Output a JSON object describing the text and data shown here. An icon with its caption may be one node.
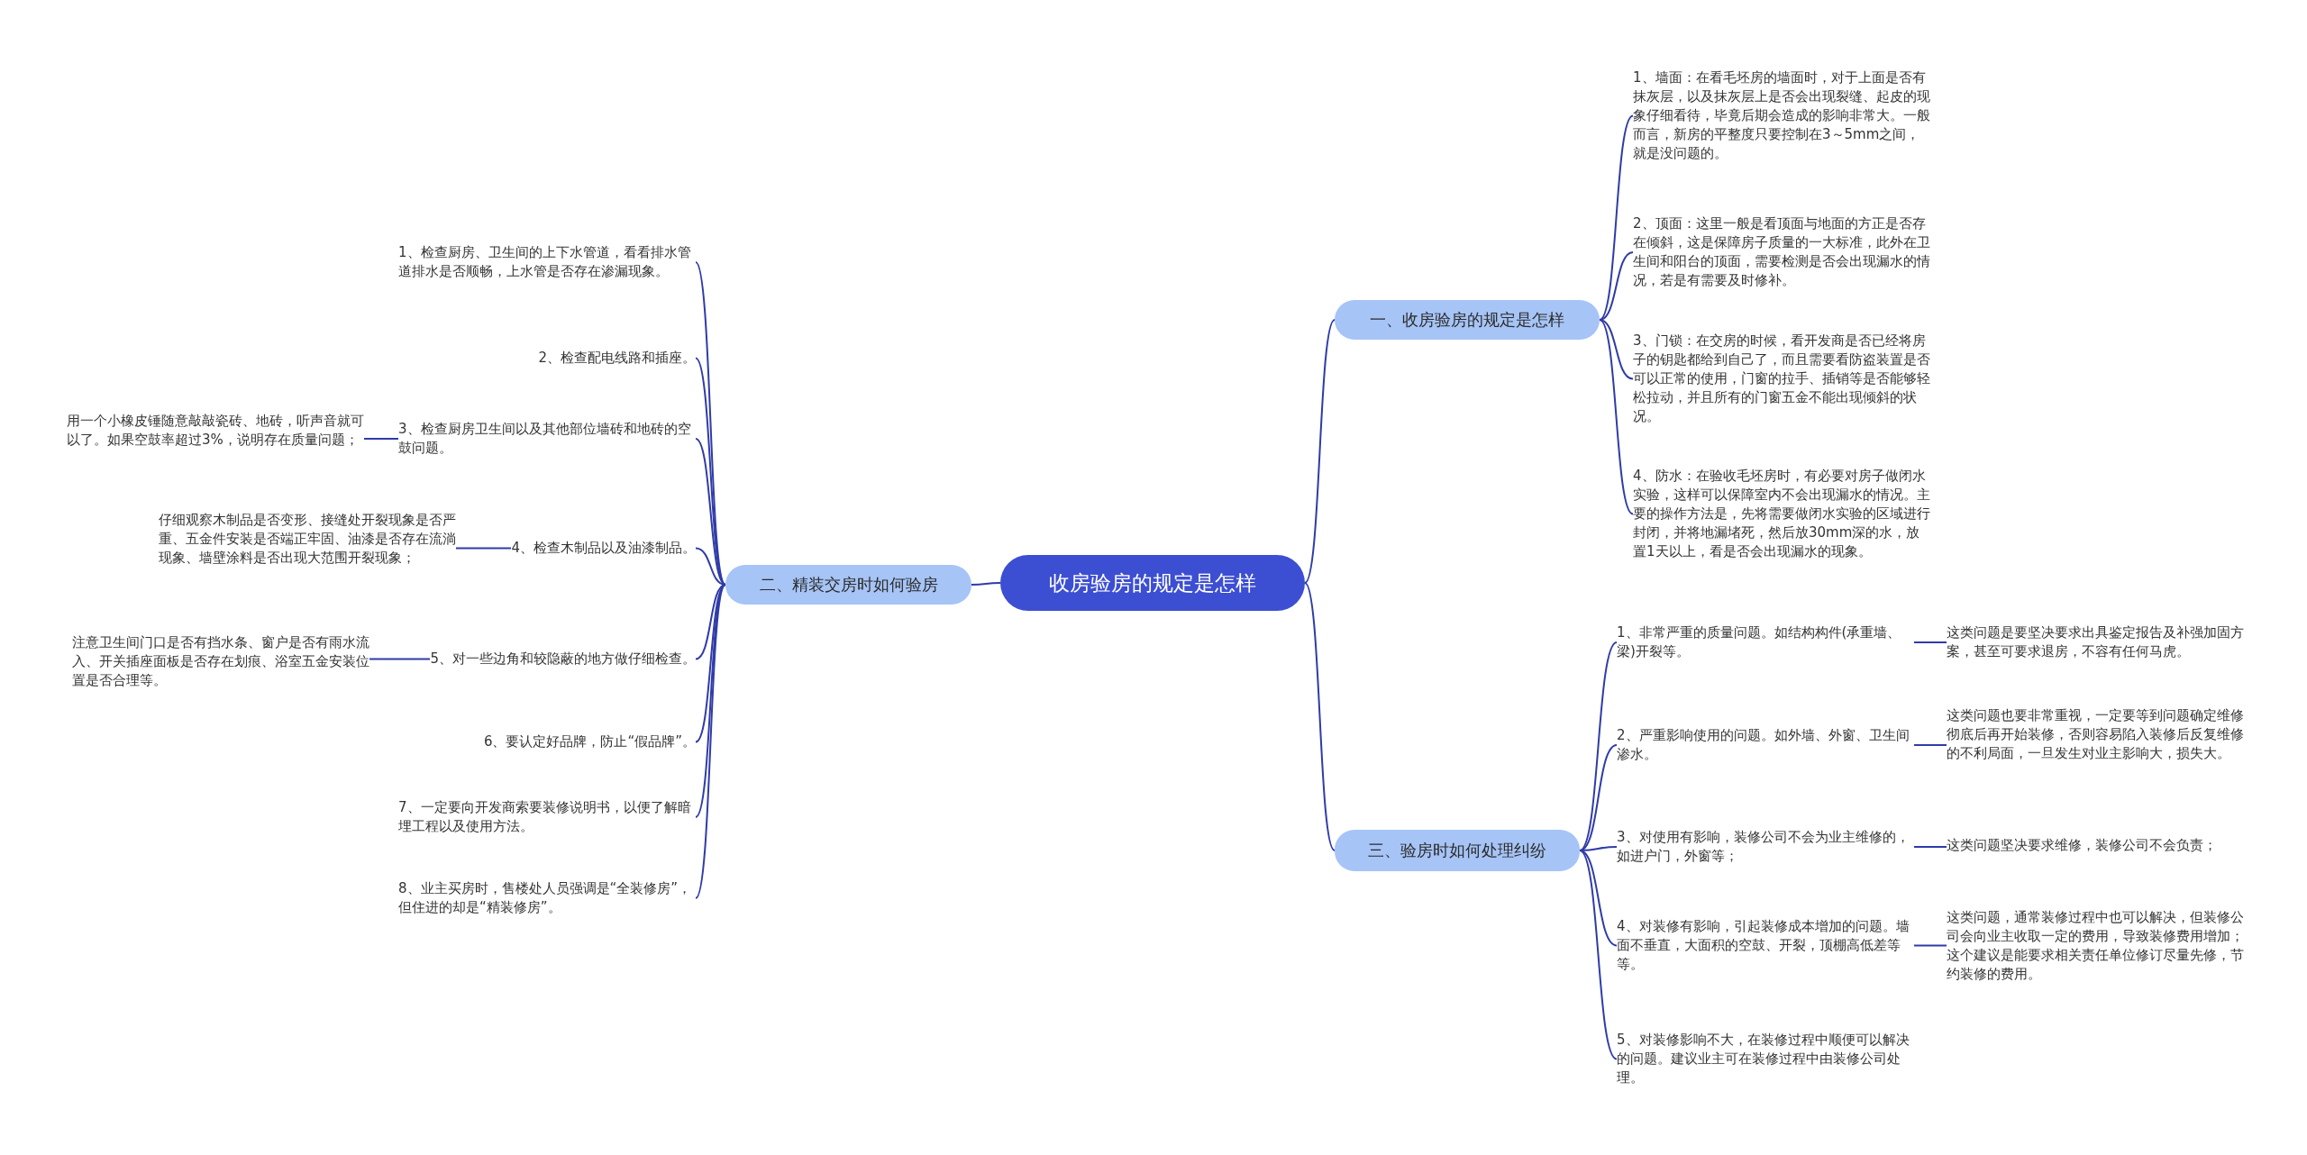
{
  "diagram": {
    "nodes": [
      {
        "text": [
          "收房验房的规定是怎样"
        ]
      },
      {
        "text": [
          "一、收房验房的规定是怎样"
        ]
      },
      {
        "text": [
          "1、墙面：在看毛坯房的墙面时，对于上面是否有抹灰层，以及抹灰层上是否会出现裂缝、起皮的现象仔细看待，毕竟后期会造成的影响非常大。一般而言，新房的平整度只要控制在3～5mm之间，就是没问题的。"
        ]
      },
      {
        "text": [
          "2、顶面：这里一般是看顶面与地面的方正是否存在倾斜，这是保障房子质量的一大标准，此外在卫生间和阳台的顶面，需要检测是否会出现漏水的情况，若是有需要及时修补。"
        ]
      },
      {
        "text": [
          "3、门锁：在交房的时候，看开发商是否已经将房子的钥匙都给到自己了，而且需要看防盗装置是否可以正常的使用，门窗的拉手、插销等是否能够轻松拉动，并且所有的门窗五金不能出现倾斜的状况。"
        ]
      },
      {
        "text": [
          "4、防水：在验收毛坯房时，有必要对房子做闭水实验，这样可以保障室内不会出现漏水的情况。主要的操作方法是，先将需要做闭水实验的区域进行封闭，并将地漏堵死，然后放30mm深的水，放置1天以上，看是否会出现漏水的现象。"
        ]
      },
      {
        "text": [
          "二、精装交房时如何验房"
        ]
      },
      {
        "text": [
          "1、检查厨房、卫生间的上下水管道，看看排水管道排水是否顺畅，上水管是否存在渗漏现象。"
        ]
      },
      {
        "text": [
          "2、检查配电线路和插座。"
        ]
      },
      {
        "text": [
          "3、检查厨房卫生间以及其他部位墙砖和地砖的空鼓问题。"
        ]
      },
      {
        "text": [
          "用一个小橡皮锤随意敲敲瓷砖、地砖，听声音就可以了。如果空鼓率超过3%，说明存在质量问题；"
        ]
      },
      {
        "text": [
          "4、检查木制品以及油漆制品。"
        ]
      },
      {
        "text": [
          "仔细观察木制品是否变形、接缝处开裂现象是否严重、五金件安装是否端正牢固、油漆是否存在流淌现象、墙壁涂料是否出现大范围开裂现象；"
        ]
      },
      {
        "text": [
          "5、对一些边角和较隐蔽的地方做仔细检查。"
        ]
      },
      {
        "text": [
          "注意卫生间门口是否有挡水条、窗户是否有雨水流入、开关插座面板是否存在划痕、浴室五金安装位置是否合理等。"
        ]
      },
      {
        "text": [
          "6、要认定好品牌，防止“假品牌”。"
        ]
      },
      {
        "text": [
          "7、一定要向开发商索要装修说明书，以便了解暗埋工程以及使用方法。"
        ]
      },
      {
        "text": [
          "8、业主买房时，售楼处人员强调是“全装修房”，但住进的却是“精装修房”。"
        ]
      },
      {
        "text": [
          "三、验房时如何处理纠纷"
        ]
      },
      {
        "text": [
          "1、非常严重的质量问题。如结构构件(承重墙、梁)开裂等。"
        ]
      },
      {
        "text": [
          "这类问题是要坚决要求出具鉴定报告及补强加固方案，甚至可要求退房，不容有任何马虎。"
        ]
      },
      {
        "text": [
          "2、严重影响使用的问题。如外墙、外窗、卫生间渗水。"
        ]
      },
      {
        "text": [
          "这类问题也要非常重视，一定要等到问题确定维修彻底后再开始装修，否则容易陷入装修后反复维修的不利局面，一旦发生对业主影响大，损失大。"
        ]
      },
      {
        "text": [
          "3、对使用有影响，装修公司不会为业主维修的，如进户门，外窗等；"
        ]
      },
      {
        "text": [
          "这类问题坚决要求维修，装修公司不会负责；"
        ]
      },
      {
        "text": [
          "4、对装修有影响，引起装修成本增加的问题。墙面不垂直，大面积的空鼓、开裂，顶棚高低差等等。"
        ]
      },
      {
        "text": [
          "这类问题，通常装修过程中也可以解决，但装修公司会向业主收取一定的费用，导致装修费用增加；这个建议是能要求相关责任单位修订尽量先修，节约装修的费用。"
        ]
      },
      {
        "text": [
          "5、对装修影响不大，在装修过程中顺便可以解决的问题。建议业主可在装修过程中由装修公司处理。"
        ]
      }
    ],
    "edges": [
      {
        "from": 0,
        "to": 1,
        "arrow": "none"
      },
      {
        "from": 0,
        "to": 6,
        "arrow": "none"
      },
      {
        "from": 0,
        "to": 18,
        "arrow": "none"
      },
      {
        "from": 1,
        "to": 2,
        "arrow": "none"
      },
      {
        "from": 1,
        "to": 3,
        "arrow": "none"
      },
      {
        "from": 1,
        "to": 4,
        "arrow": "none"
      },
      {
        "from": 1,
        "to": 5,
        "arrow": "none"
      },
      {
        "from": 6,
        "to": 7,
        "arrow": "none"
      },
      {
        "from": 6,
        "to": 8,
        "arrow": "none"
      },
      {
        "from": 6,
        "to": 9,
        "arrow": "none"
      },
      {
        "from": 9,
        "to": 10,
        "arrow": "none"
      },
      {
        "from": 6,
        "to": 11,
        "arrow": "none"
      },
      {
        "from": 11,
        "to": 12,
        "arrow": "none"
      },
      {
        "from": 6,
        "to": 13,
        "arrow": "none"
      },
      {
        "from": 13,
        "to": 14,
        "arrow": "none"
      },
      {
        "from": 6,
        "to": 15,
        "arrow": "none"
      },
      {
        "from": 6,
        "to": 16,
        "arrow": "none"
      },
      {
        "from": 6,
        "to": 17,
        "arrow": "none"
      },
      {
        "from": 18,
        "to": 19,
        "arrow": "none"
      },
      {
        "from": 19,
        "to": 20,
        "arrow": "none"
      },
      {
        "from": 18,
        "to": 21,
        "arrow": "none"
      },
      {
        "from": 21,
        "to": 22,
        "arrow": "none"
      },
      {
        "from": 18,
        "to": 23,
        "arrow": "none"
      },
      {
        "from": 23,
        "to": 24,
        "arrow": "none"
      },
      {
        "from": 18,
        "to": 25,
        "arrow": "none"
      },
      {
        "from": 25,
        "to": 26,
        "arrow": "none"
      },
      {
        "from": 18,
        "to": 27,
        "arrow": "none"
      }
    ]
  }
}
